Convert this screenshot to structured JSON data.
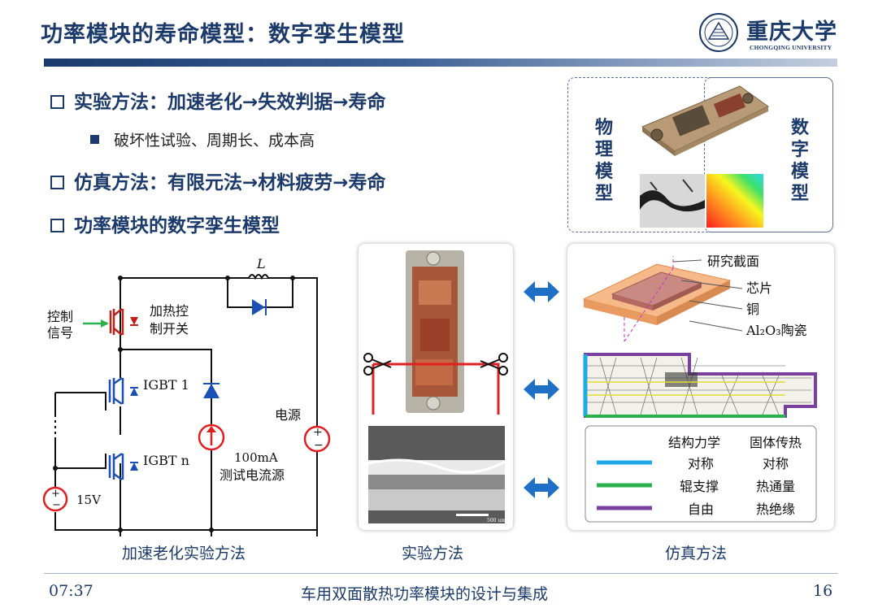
{
  "header": {
    "title": "功率模块的寿命模型：数字孪生模型",
    "logo_text": "重庆大学",
    "logo_sub": "CHONGQING UNIVERSITY"
  },
  "bullets": [
    "实验方法：加速老化→失效判据→寿命",
    "仿真方法：有限元法→材料疲劳→寿命",
    "功率模块的数字孪生模型"
  ],
  "sub_bullet": "破坏性试验、周期长、成本高",
  "model_box": {
    "left_label": "物理模型",
    "right_label": "数字模型"
  },
  "circuit": {
    "inductor": "L",
    "control_signal": "控制\n信号",
    "heating_switch": "加热控\n制开关",
    "igbt1": "IGBT 1",
    "igbtn": "IGBT n",
    "power": "电源",
    "current_source": "100mA\n测试电流源",
    "source_15v": "15V"
  },
  "experiment": {
    "scale_bar": "500 um"
  },
  "simulation": {
    "section": "研究截面",
    "chip": "芯片",
    "copper": "铜",
    "ceramic": "Al₂O₃陶瓷",
    "legend_headers": [
      "结构力学",
      "固体传热"
    ],
    "legend_rows": [
      {
        "color": "#1fa9e6",
        "mech": "对称",
        "heat": "对称"
      },
      {
        "color": "#2bb24c",
        "mech": "辊支撑",
        "heat": "热通量"
      },
      {
        "color": "#7b3fa0",
        "mech": "自由",
        "heat": "热绝缘"
      }
    ]
  },
  "captions": {
    "circuit": "加速老化实验方法",
    "experiment": "实验方法",
    "simulation": "仿真方法"
  },
  "colors": {
    "brand": "#1b3a6b",
    "arrow": "#1e6fc6",
    "red": "#e02020"
  },
  "footer": {
    "time": "07:37",
    "center": "车用双面散热功率模块的设计与集成",
    "page": "16"
  }
}
